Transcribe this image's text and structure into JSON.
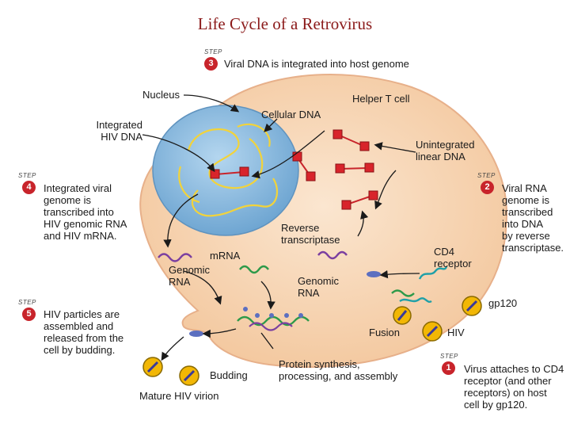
{
  "title": "Life Cycle of a Retrovirus",
  "colors": {
    "cell_fill": "#f8d7b8",
    "nucleus_fill": "#8fbde0",
    "dna_yellow": "#f2d33a",
    "dna_marker": "#d8242b",
    "step_badge": "#c8242b",
    "mrna": "#7b3fa0",
    "genomic_rna": "#2e9a4a",
    "receptor": "#1fa0a8",
    "virion_fill": "#f2b705"
  },
  "labels": {
    "nucleus": "Nucleus",
    "cellular_dna": "Cellular DNA",
    "helper_t_cell": "Helper T cell",
    "integrated_hiv_dna": [
      "Integrated",
      "HIV DNA"
    ],
    "unintegrated_linear_dna": [
      "Unintegrated",
      "linear DNA"
    ],
    "reverse_transcriptase": [
      "Reverse",
      "transcriptase"
    ],
    "mrna": "mRNA",
    "genomic_rna_left": [
      "Genomic",
      "RNA"
    ],
    "genomic_rna_right": [
      "Genomic",
      "RNA"
    ],
    "cd4_receptor": [
      "CD4",
      "receptor"
    ],
    "gp120": "gp120",
    "fusion": "Fusion",
    "hiv": "HIV",
    "budding": "Budding",
    "mature_hiv_virion": "Mature HIV virion",
    "protein_synthesis": [
      "Protein synthesis,",
      "processing, and assembly"
    ]
  },
  "steps": [
    {
      "word": "STEP",
      "number": "3",
      "text": [
        "Viral DNA is integrated into host genome"
      ]
    },
    {
      "word": "STEP",
      "number": "4",
      "text": [
        "Integrated viral",
        "genome is",
        "transcribed into",
        "HIV genomic RNA",
        "and HIV mRNA."
      ]
    },
    {
      "word": "STEP",
      "number": "2",
      "text": [
        "Viral RNA",
        "genome is",
        "transcribed",
        "into DNA",
        "by reverse",
        "transcriptase."
      ]
    },
    {
      "word": "STEP",
      "number": "5",
      "text": [
        "HIV particles are",
        "assembled and",
        "released from the",
        "cell by budding."
      ]
    },
    {
      "word": "STEP",
      "number": "1",
      "text": [
        "Virus attaches to CD4",
        "receptor (and other",
        "receptors) on host",
        "cell by gp120."
      ]
    }
  ]
}
